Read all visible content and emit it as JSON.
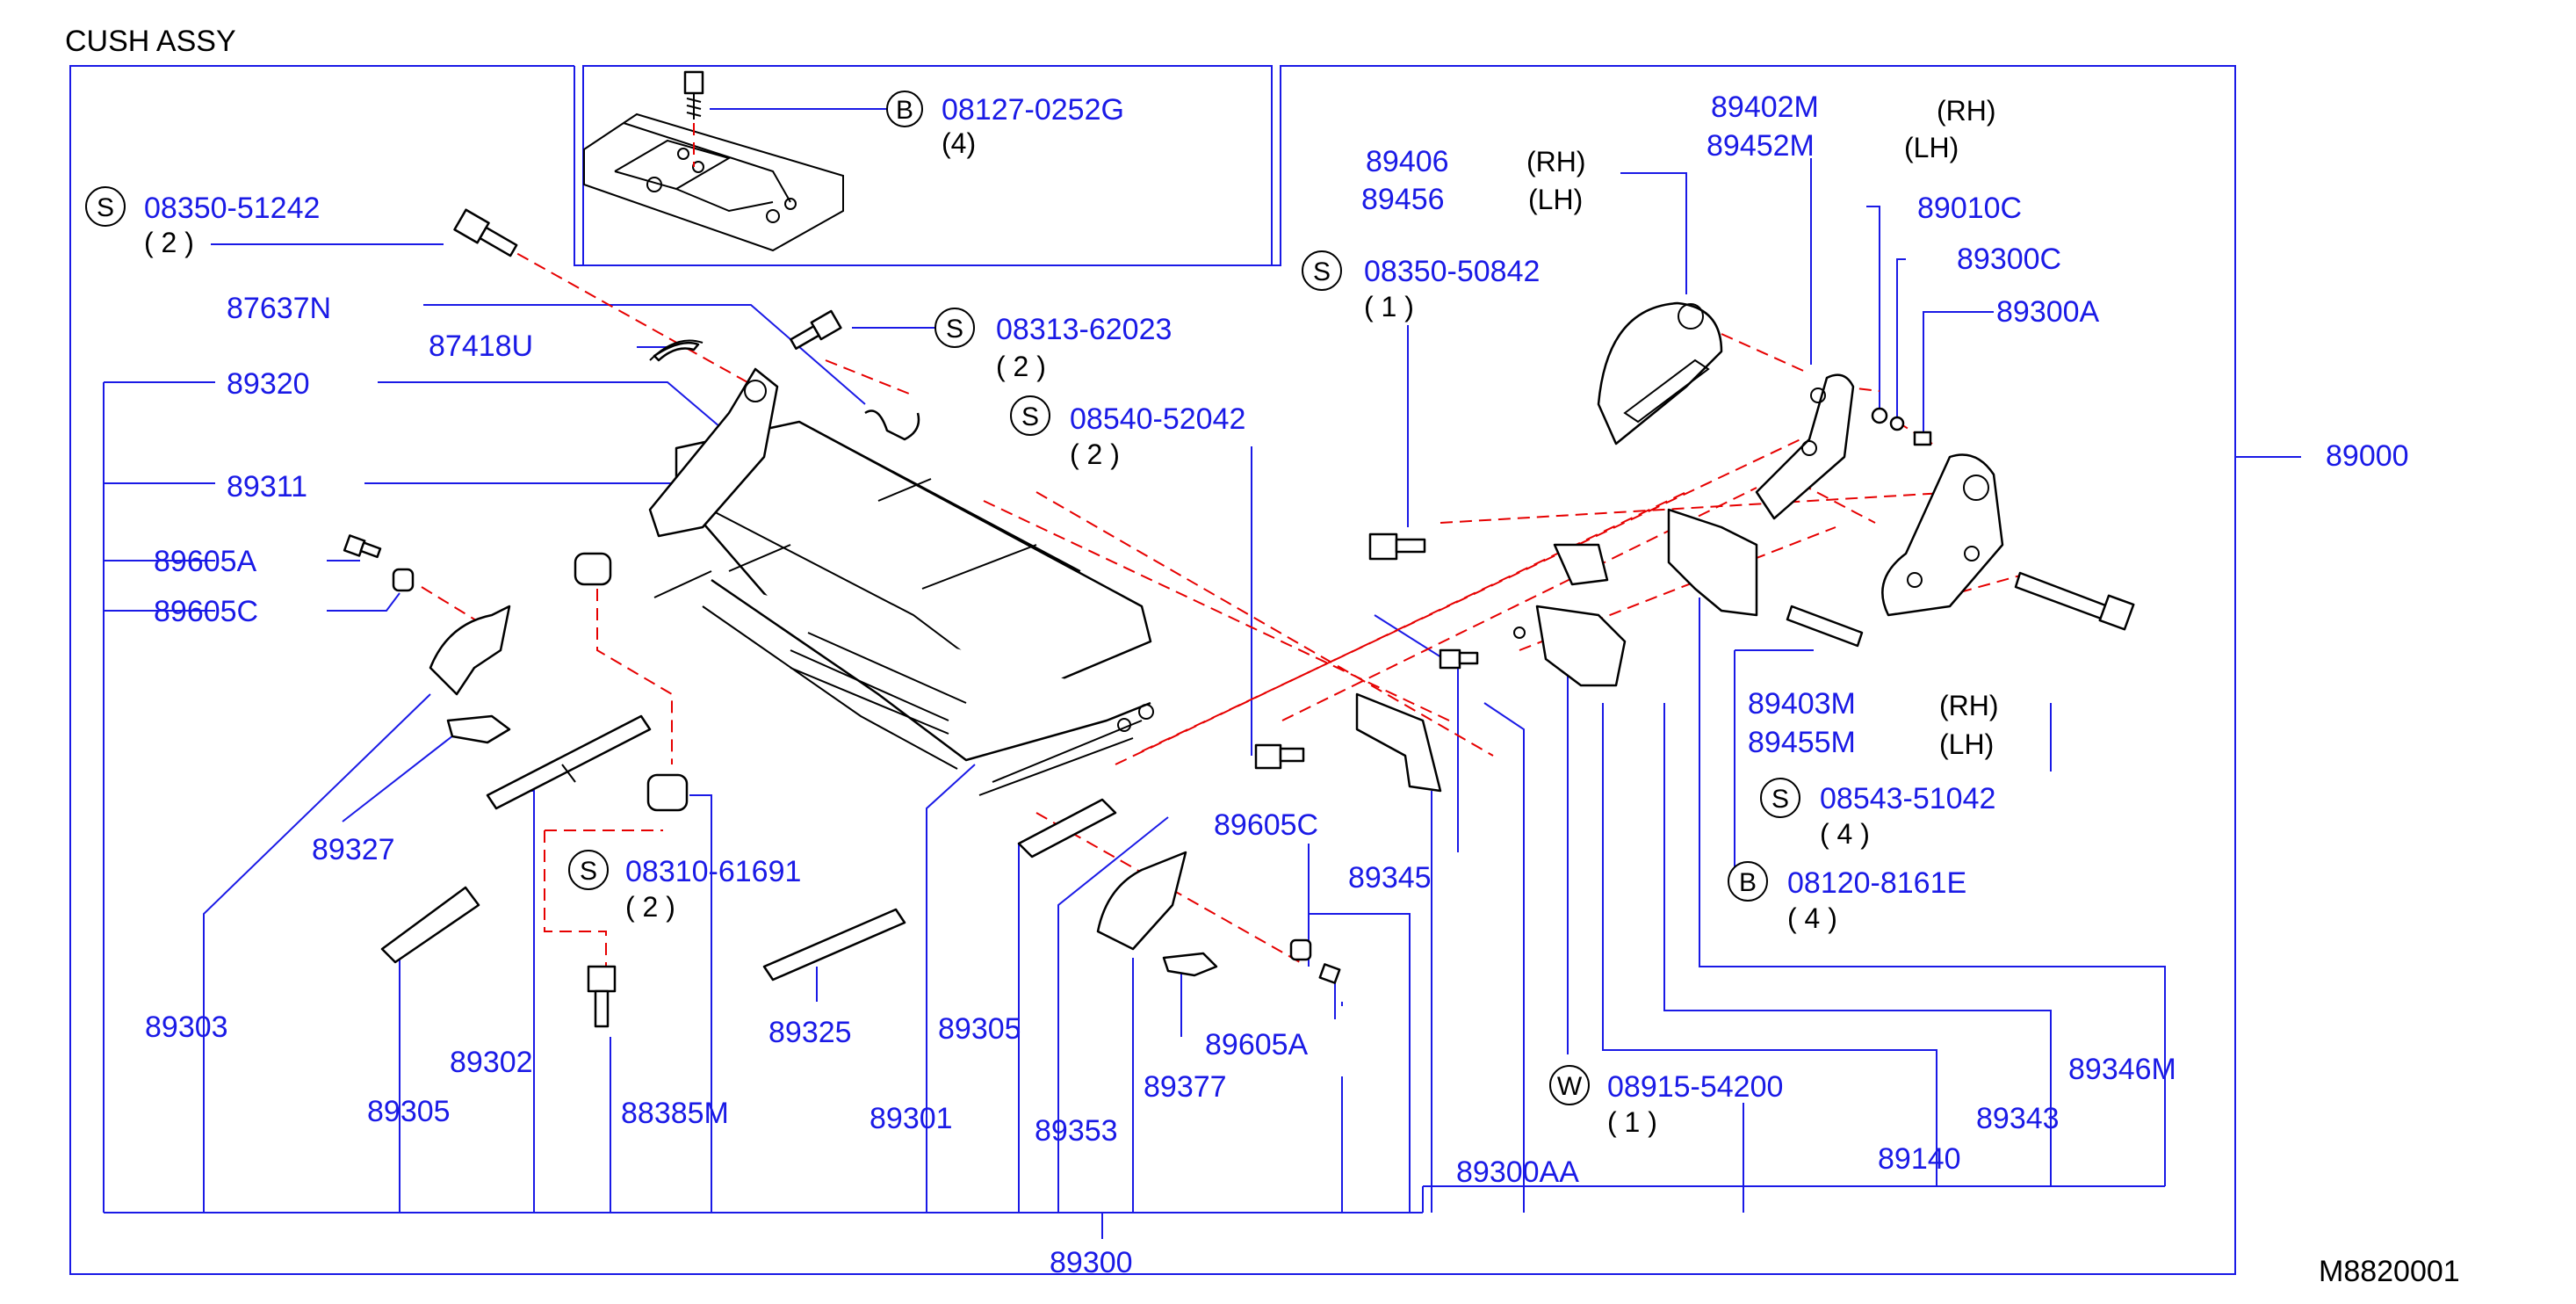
{
  "header": {
    "title": "CUSH   ASSY",
    "code": "M8820001"
  },
  "symbols": {
    "screw": "S",
    "bolt": "B",
    "washer": "W"
  },
  "inset": {
    "part": "08127-0252G",
    "qty": "(4)"
  },
  "labels": {
    "p89406": "89406",
    "p89406_side": "(RH)",
    "p89456": "89456",
    "p89456_side": "(LH)",
    "p89402M": "89402M",
    "p89402M_side": "(RH)",
    "p89452M": "89452M",
    "p89452M_side": "(LH)",
    "p89010C": "89010C",
    "p89300C": "89300C",
    "p89300A": "89300A",
    "p89000": "89000",
    "s08350_51242": "08350-51242",
    "s08350_51242_qty": "( 2 )",
    "s08350_50842": "08350-50842",
    "s08350_50842_qty": "( 1 )",
    "p87637N": "87637N",
    "p87418U": "87418U",
    "s08313_62023": "08313-62023",
    "s08313_62023_qty": "( 2 )",
    "s08540_52042": "08540-52042",
    "s08540_52042_qty": "( 2 )",
    "p89320": "89320",
    "p89311": "89311",
    "p89605A_l": "89605A",
    "p89605C_l": "89605C",
    "p89403M": "89403M",
    "p89403M_side": "(RH)",
    "p89455M": "89455M",
    "p89455M_side": "(LH)",
    "s08543_51042": "08543-51042",
    "s08543_51042_qty": "( 4 )",
    "b08120_8161E": "08120-8161E",
    "b08120_8161E_qty": "( 4 )",
    "p89327": "89327",
    "s08310_61691": "08310-61691",
    "s08310_61691_qty": "( 2 )",
    "p89605C_r": "89605C",
    "p89345": "89345",
    "p89303": "89303",
    "p89302": "89302",
    "p89325": "89325",
    "p89305_mid": "89305",
    "p89605A_r": "89605A",
    "p89346M": "89346M",
    "p89305_left": "89305",
    "p88385M": "88385M",
    "p89377": "89377",
    "w08915_54200": "08915-54200",
    "w08915_54200_qty": "( 1 )",
    "p89343": "89343",
    "p89301": "89301",
    "p89353": "89353",
    "p89300AA": "89300AA",
    "p89140": "89140",
    "p89300": "89300"
  }
}
